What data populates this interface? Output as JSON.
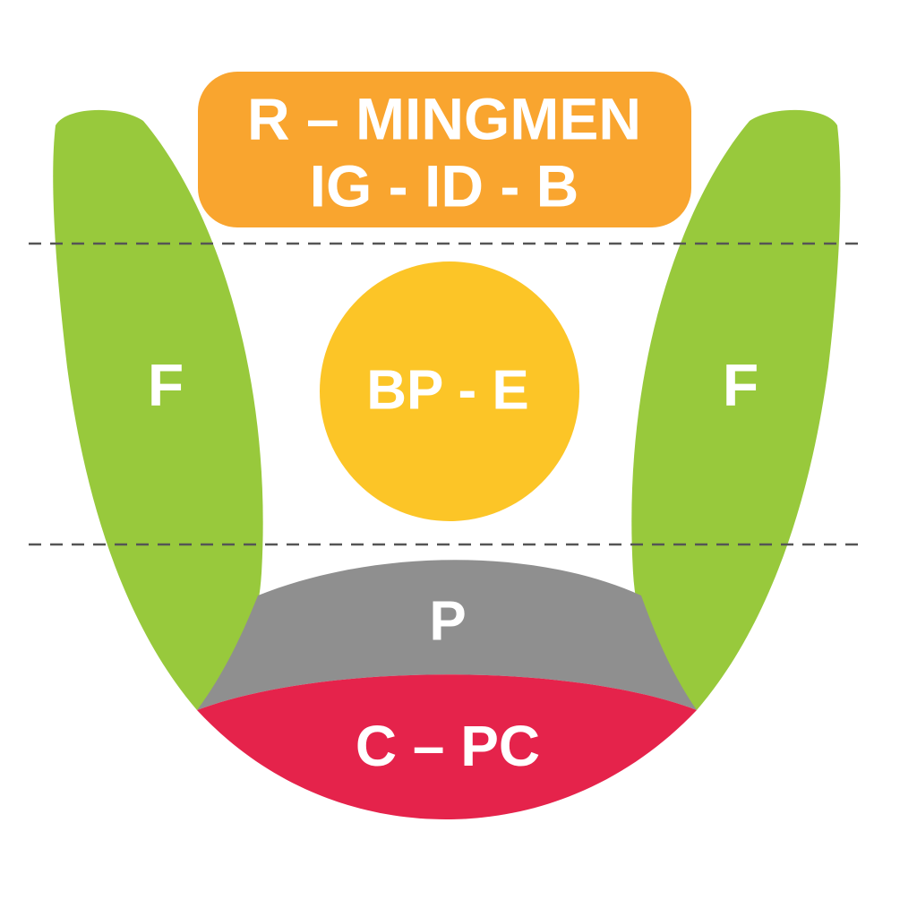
{
  "diagram": {
    "zones": {
      "top_back": {
        "line1": "R – MINGMEN",
        "line2": "IG - ID - B",
        "color": "#F9A52F"
      },
      "left_side": {
        "label": "F",
        "color": "#98C93C"
      },
      "right_side": {
        "label": "F",
        "color": "#98C93C"
      },
      "center": {
        "label": "BP - E",
        "color": "#FCC527"
      },
      "lower_middle": {
        "label": "P",
        "color": "#8F8F8F"
      },
      "tip": {
        "label": "C – PC",
        "color": "#E5234B"
      }
    },
    "divider_color": "#555555"
  }
}
